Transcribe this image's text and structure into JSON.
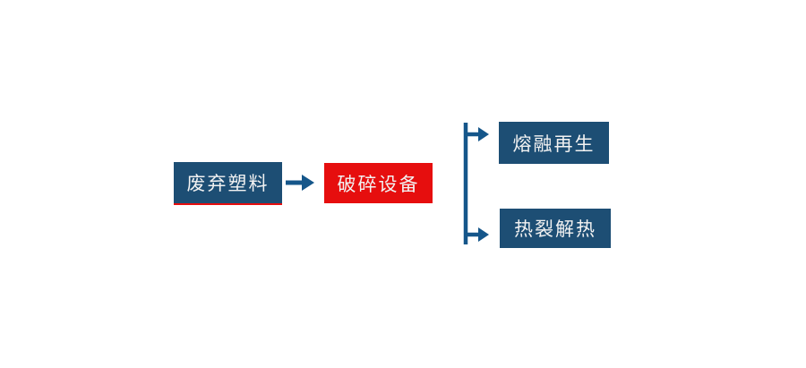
{
  "diagram": {
    "nodes": [
      {
        "id": "waste-plastic",
        "label": "废弃塑料",
        "fill": "#1d4e74",
        "underline": "#e60e0e",
        "text_color": "#f2f2f2"
      },
      {
        "id": "crushing-equipment",
        "label": "破碎设备",
        "fill": "#e60e0e",
        "text_color": "#f2f2f2"
      },
      {
        "id": "melt-regeneration",
        "label": "熔融再生",
        "fill": "#1d4e74",
        "text_color": "#f2f2f2"
      },
      {
        "id": "pyrolysis-heat",
        "label": "热裂解热",
        "fill": "#1d4e74",
        "text_color": "#f2f2f2"
      }
    ],
    "colors": {
      "arrow_blue": "#15568a",
      "background": "#ffffff"
    }
  }
}
